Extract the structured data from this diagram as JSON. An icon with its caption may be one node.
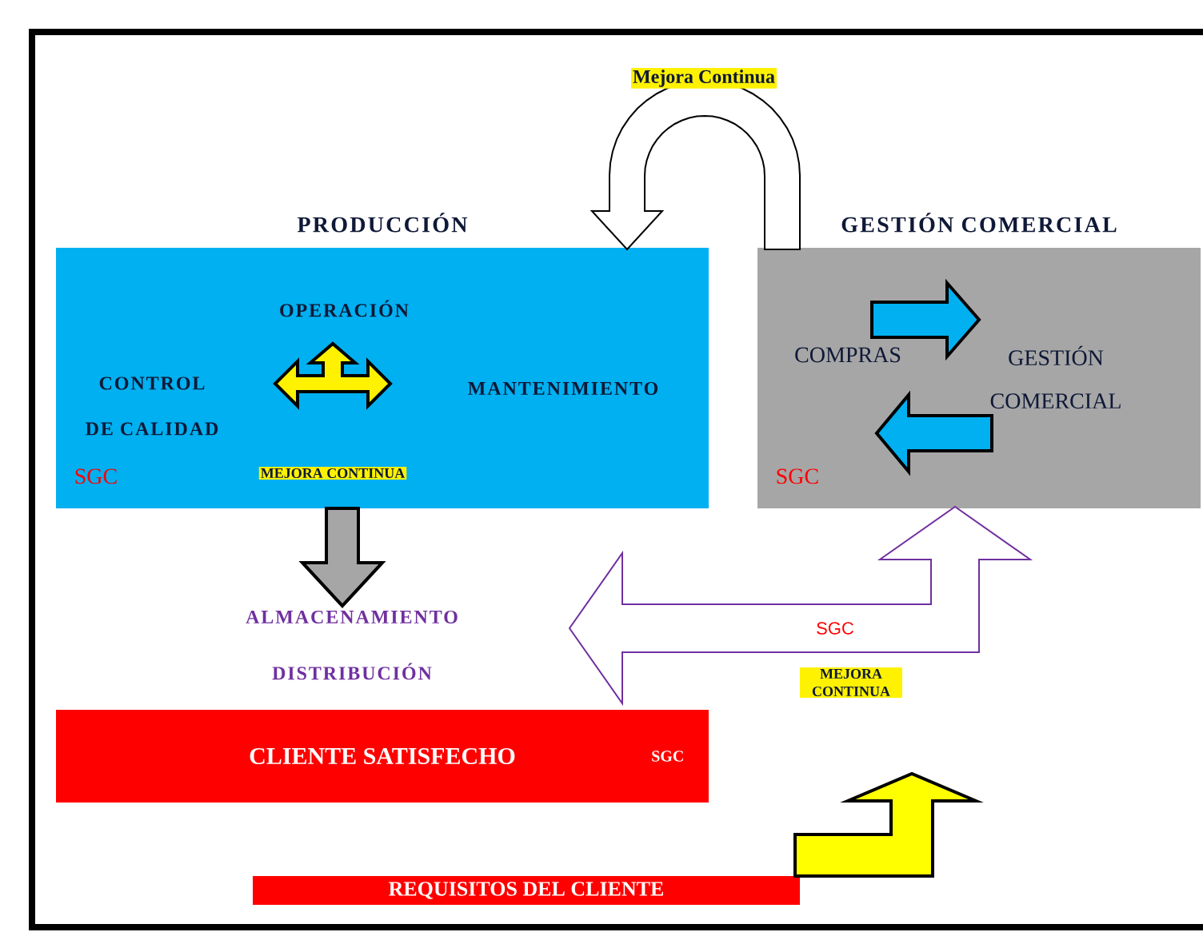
{
  "diagram": {
    "nodes": [
      {
        "text": [
          "PRODUCCIÓN",
          "SGC"
        ]
      },
      {
        "text": [
          "OPERACIÓN"
        ],
        "in": 0
      },
      {
        "text": [
          "CONTROL DE CALIDAD"
        ],
        "in": 0
      },
      {
        "text": [
          "MANTENIMIENTO"
        ],
        "in": 0
      },
      {
        "text": [
          "MEJORA CONTINUA"
        ],
        "in": 0
      },
      {
        "text": [
          "GESTIÓN COMERCIAL",
          "SGC"
        ]
      },
      {
        "text": [
          "COMPRAS"
        ],
        "in": 5
      },
      {
        "text": [
          "GESTIÓN COMERCIAL"
        ],
        "in": 5
      },
      {
        "text": [
          "ALMACENAMIENTO"
        ]
      },
      {
        "text": [
          "DISTRIBUCIÓN"
        ]
      },
      {
        "text": [
          "CLIENTE SATISFECHO",
          "SGC"
        ]
      },
      {
        "text": [
          "REQUISITOS DEL CLIENTE"
        ]
      }
    ],
    "edges": [
      {
        "from": 5,
        "to": 0,
        "arrow": "to",
        "label": "Mejora Continua",
        "color": "#000000"
      },
      {
        "from": 6,
        "to": 7,
        "arrow": "to",
        "color": "#00b0f0"
      },
      {
        "from": 7,
        "to": 6,
        "arrow": "to",
        "color": "#00b0f0"
      },
      {
        "from": 0,
        "to": 8,
        "arrow": "to",
        "color": "#a6a6a6"
      },
      {
        "from": 8,
        "to": 5,
        "arrow": "both",
        "label": "SGC",
        "color": "#7030a0"
      },
      {
        "from": 11,
        "to": null,
        "arrow": "to",
        "color": "#ffff00"
      }
    ],
    "labels": [
      "MEJORA CONTINUA"
    ]
  }
}
